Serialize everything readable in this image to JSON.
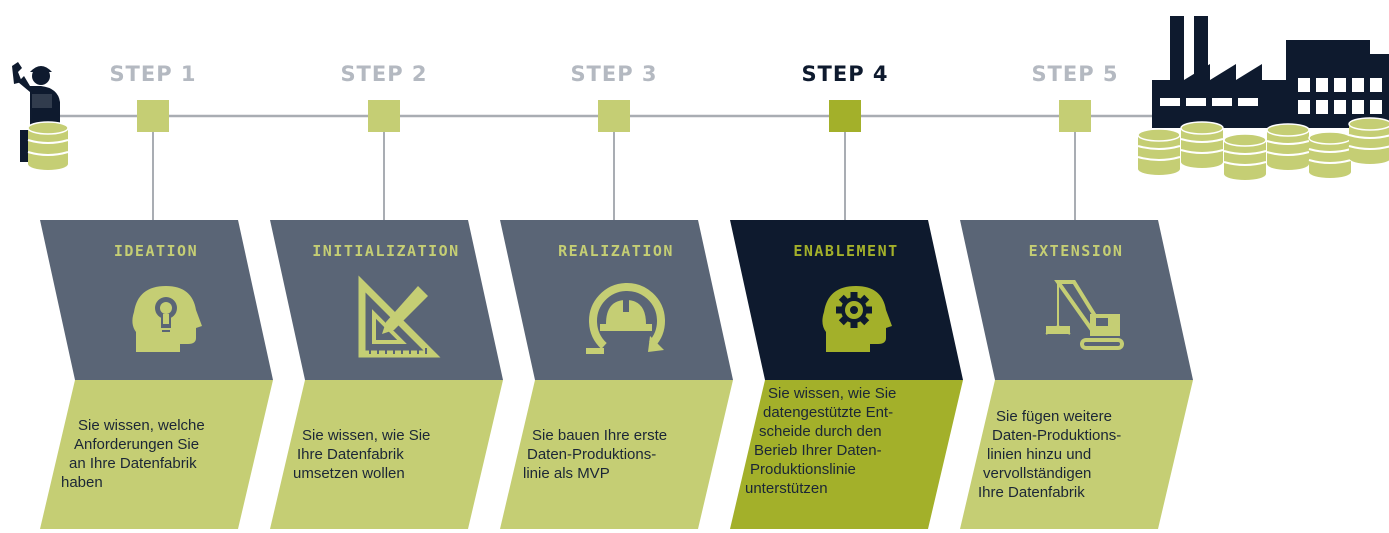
{
  "colors": {
    "slate": "#5a6576",
    "navy": "#0e1a2e",
    "lime_light": "#c5ce74",
    "lime_dark": "#a3b02a",
    "connector": "#a9adb3",
    "step_inactive_text": "#b4b9c1"
  },
  "steps": [
    {
      "step": "STEP 1",
      "title": "IDEATION",
      "icon": "head-lightbulb-icon",
      "lines": [
        "Sie wissen, welche",
        "Anforderungen Sie",
        "an Ihre Datenfabrik",
        "haben"
      ],
      "active": false
    },
    {
      "step": "STEP 2",
      "title": "INITIALIZATION",
      "icon": "set-square-pencil-icon",
      "lines": [
        "Sie wissen, wie Sie",
        "Ihre Datenfabrik",
        "umsetzen wollen"
      ],
      "active": false
    },
    {
      "step": "STEP 3",
      "title": "REALIZATION",
      "icon": "hard-hat-cycle-icon",
      "lines": [
        "Sie bauen Ihre erste",
        "Daten-Produktions-",
        "linie als MVP"
      ],
      "active": false
    },
    {
      "step": "STEP 4",
      "title": "ENABLEMENT",
      "icon": "head-gear-icon",
      "lines": [
        "Sie wissen, wie Sie",
        "datengestützte Ent-",
        "scheide durch den",
        "Berieb Ihrer Daten-",
        "Produktionslinie",
        "unterstützen"
      ],
      "active": true
    },
    {
      "step": "STEP 5",
      "title": "EXTENSION",
      "icon": "crane-icon",
      "lines": [
        "Sie fügen weitere",
        "Daten-Produktions-",
        "linien hinzu und",
        "vervollständigen",
        "Ihre Datenfabrik"
      ],
      "active": false
    }
  ]
}
